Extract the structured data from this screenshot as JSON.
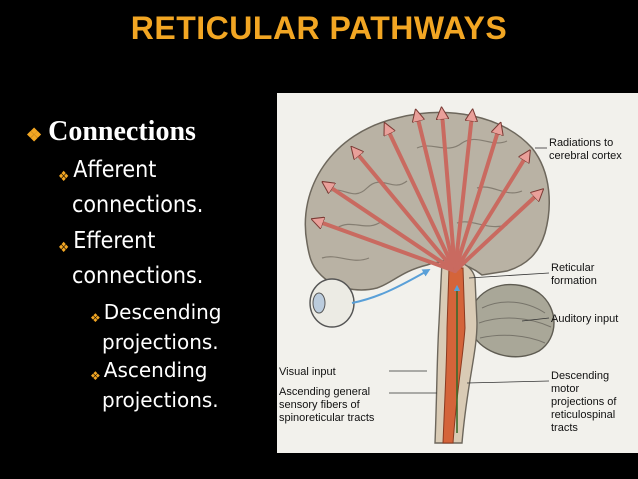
{
  "title": "RETICULAR PATHWAYS",
  "bullets": {
    "main": "Connections",
    "afferent_line1": "Afferent",
    "afferent_line2": "connections.",
    "efferent_line1": "Efferent",
    "efferent_line2": "connections.",
    "descending_line1": "Descending",
    "descending_line2": "projections.",
    "ascending_line1": "Ascending",
    "ascending_line2": "projections."
  },
  "figure": {
    "labels": {
      "radiations_1": "Radiations to",
      "radiations_2": "cerebral cortex",
      "reticular_1": "Reticular",
      "reticular_2": "formation",
      "auditory": "Auditory input",
      "visual": "Visual input",
      "ascending_1": "Ascending general",
      "ascending_2": "sensory fibers of",
      "ascending_3": "spinoreticular tracts",
      "descending_1": "Descending",
      "descending_2": "motor",
      "descending_3": "projections of",
      "descending_4": "reticulospinal",
      "descending_5": "tracts"
    },
    "colors": {
      "brain": "#b9b2a4",
      "arrows": "#e9a09a",
      "brainstem": "#d4643a",
      "cerebellum": "#a9a798"
    }
  },
  "icons": {
    "bullet": "diamond-bullet-icon"
  }
}
